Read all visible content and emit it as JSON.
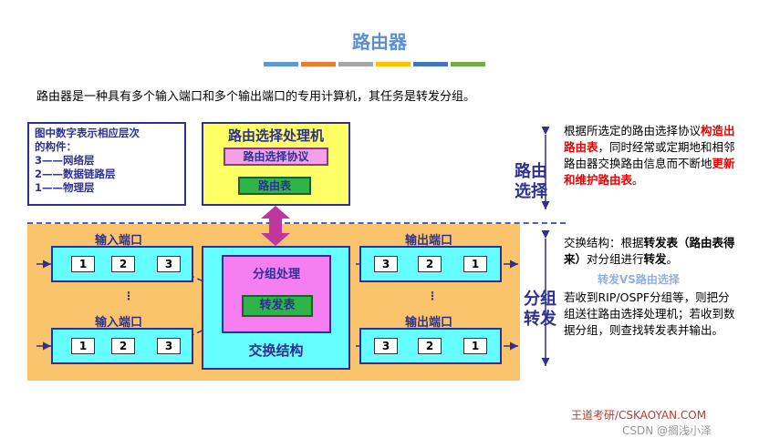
{
  "title": "路由器",
  "title_bar_colors": [
    "#5b9bd5",
    "#ed7d31",
    "#a5a5a5",
    "#ffc000",
    "#4472c4",
    "#70ad47"
  ],
  "intro": "路由器是一种具有多个输入端口和多个输出端口的专用计算机，其任务是转发分组。",
  "legend": {
    "header1": "图中数字表示相应层次",
    "header2": "的构件：",
    "line3": "3——网络层",
    "line2": "2——数据链路层",
    "line1": "1——物理层"
  },
  "routing_processor": {
    "title": "路由选择处理机",
    "protocol": "路由选择协议",
    "table": "路由表"
  },
  "input_port_label": "输入端口",
  "output_port_label": "输出端口",
  "input_queue": [
    "1",
    "2",
    "3"
  ],
  "output_queue": [
    "3",
    "2",
    "1"
  ],
  "vdots": "⋮",
  "switch_fabric": {
    "packet_processing": "分组处理",
    "forwarding_table": "转发表",
    "label": "交换结构"
  },
  "routing_side_label": "路由选择",
  "forwarding_side_label": "分组转发",
  "routing_desc": {
    "p1": "根据所选定的路由选择协议",
    "p2": "构造出路由表",
    "p3": "，同时经常或定期地和相邻路由器交换路由信息而不断地",
    "p4": "更新和维护路由表",
    "p5": "。"
  },
  "switch_desc": {
    "p1": "交换结构：根据",
    "p2": "转发表（路由表得来）",
    "p3": "对分组进行",
    "p4": "转发",
    "p5": "。"
  },
  "vs_label": "转发VS路由选择",
  "packet_desc": "若收到RIP/OSPF分组等，则把分组送往路由选择处理机；若收到数据分组，则查找转发表并输出。",
  "footer": "王道考研/CSKAOYAN.COM",
  "watermark": "CSDN @搁浅小泽"
}
